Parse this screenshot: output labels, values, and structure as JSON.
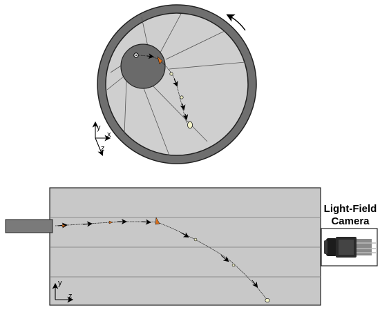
{
  "top_view": {
    "axis_labels": {
      "y": "y",
      "x": "x",
      "z": "z"
    }
  },
  "side_view": {
    "axis_labels": {
      "y": "y",
      "z": "z"
    }
  },
  "camera": {
    "title_line1": "Light-Field",
    "title_line2": "Camera"
  },
  "colors": {
    "drum_outer": "#6f6f6f",
    "drum_inner": "#cfcfcf",
    "inner_cylinder": "#6a6a6a",
    "side_box": "#c8c8c8",
    "particle_start": "#d9701e",
    "particle_mid": "#e8e8c0",
    "particle_end": "#f4f3c8"
  }
}
